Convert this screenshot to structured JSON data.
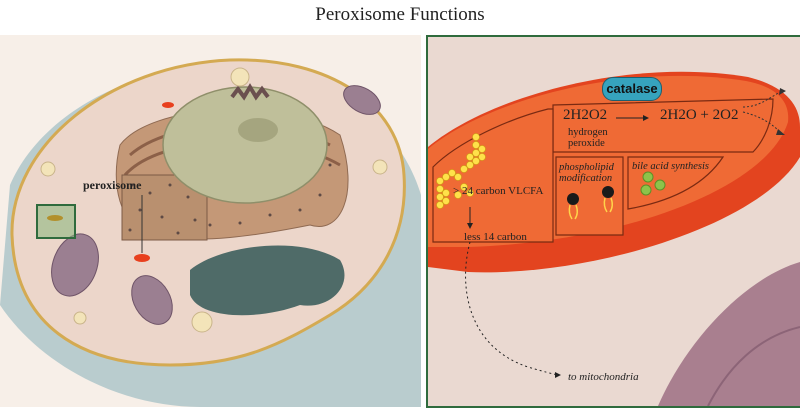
{
  "title": "Peroxisome Functions",
  "left": {
    "peroxisome_label": "peroxisome"
  },
  "right": {
    "catalase": "catalase",
    "h2o2": "2H2O2",
    "h2o2_name": "hydrogen peroxide",
    "products": "2H2O + 2O2",
    "vlcfa": "> 24 carbon VLCFA",
    "less14": "less 14 carbon",
    "phospholipid": "phospholipid modification",
    "bile_acid": "bile acid synthesis",
    "mitochondria": "to mitochondria"
  },
  "colors": {
    "panel_border": "#2f6b3d",
    "membrane_orange": "#ef6a35",
    "membrane_red": "#e3441f",
    "catalase_teal": "#36a3bd"
  }
}
